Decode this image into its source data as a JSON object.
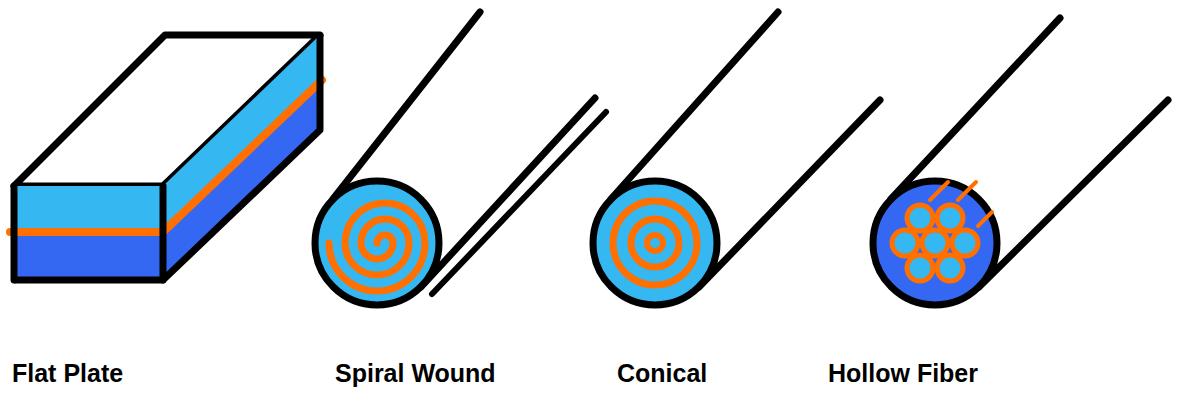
{
  "diagram": {
    "labels": [
      "Flat Plate",
      "Spiral Wound",
      "Conical",
      "Hollow Fiber"
    ]
  }
}
